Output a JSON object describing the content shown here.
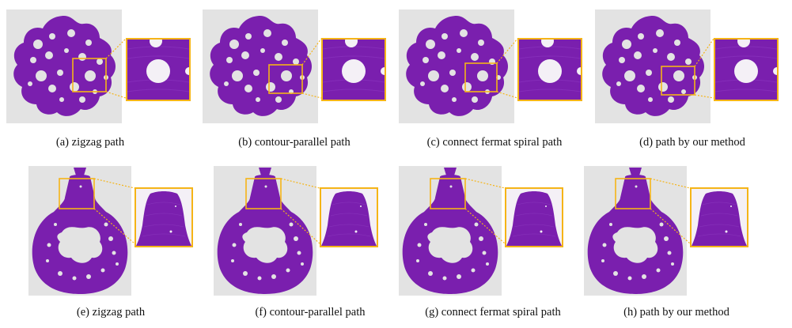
{
  "figure": {
    "captions": [
      "(a)  zigzag path",
      "(b)  contour-parallel path",
      "(c)  connect fermat spiral path",
      "(d)  path by our method",
      "(e)  zigzag path",
      "(f)  contour-parallel path",
      "(g)  connect fermat spiral path",
      "(h)  path by our method"
    ]
  },
  "colors": {
    "print_purple": "#7a1fae",
    "highlight_box": "#f5b417",
    "photo_background": "#e3e3e3"
  }
}
